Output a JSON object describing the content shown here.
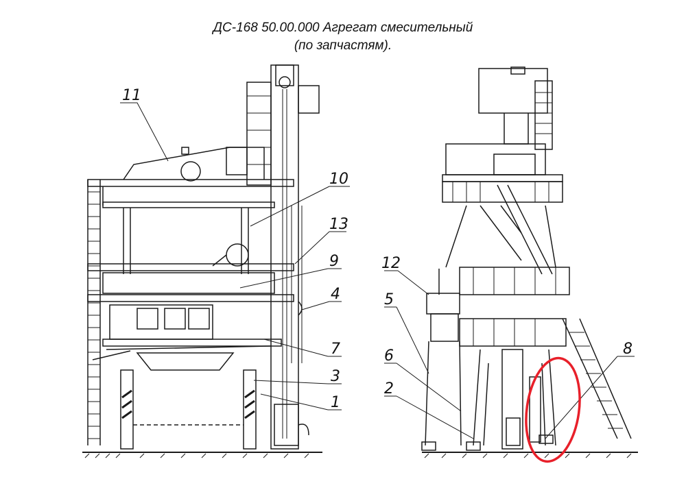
{
  "title": {
    "line1": "ДС-168 50.00.000 Агрегат смесительный",
    "line2": "(по запчастям)."
  },
  "callouts": [
    "11",
    "10",
    "13",
    "9",
    "4",
    "7",
    "3",
    "1",
    "12",
    "5",
    "6",
    "2",
    "8"
  ],
  "highlight": {
    "target": "8",
    "color": "#e8202a"
  },
  "colors": {
    "line": "#1a1a1a",
    "background": "#ffffff"
  }
}
